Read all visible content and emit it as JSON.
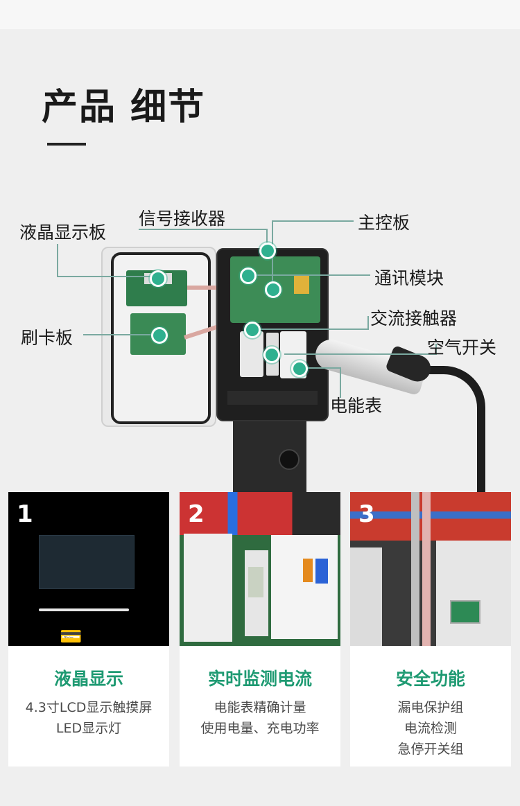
{
  "header": {
    "title": "产品 细节"
  },
  "diagram": {
    "labels": {
      "lcd_board": "液晶显示板",
      "signal_receiver": "信号接收器",
      "main_board": "主控板",
      "comm_module": "通讯模块",
      "card_board": "刷卡板",
      "ac_contactor": "交流接触器",
      "air_switch": "空气开关",
      "energy_meter": "电能表"
    },
    "accent_color": "#2fb08f"
  },
  "features": [
    {
      "number": "1",
      "title": "液晶显示",
      "lines": [
        "4.3寸LCD显示触摸屏",
        "LED显示灯"
      ]
    },
    {
      "number": "2",
      "title": "实时监测电流",
      "lines": [
        "电能表精确计量",
        "使用电量、充电功率"
      ]
    },
    {
      "number": "3",
      "title": "安全功能",
      "lines": [
        "漏电保护组",
        "电流检测",
        "急停开关组"
      ]
    }
  ],
  "colors": {
    "feature_title": "#1e9a72",
    "text": "#1a1a1a",
    "subtext": "#4a4a4a"
  }
}
